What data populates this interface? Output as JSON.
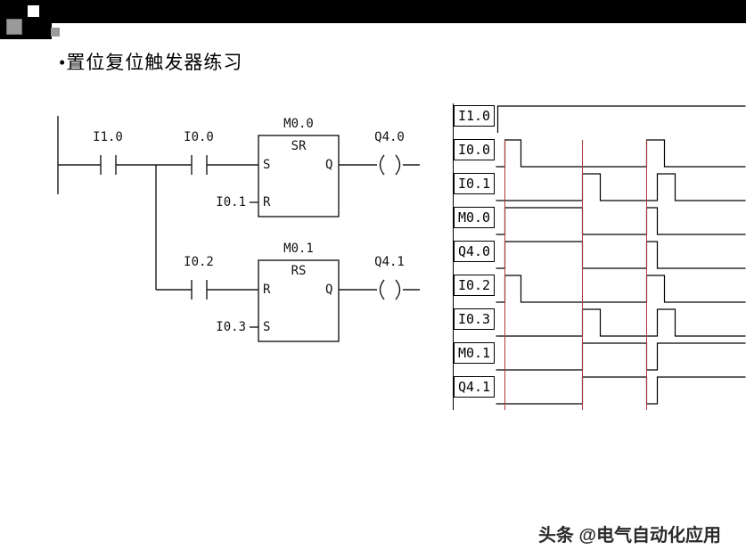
{
  "slide": {
    "title": "•置位复位触发器练习",
    "watermark": "头条 @电气自动化应用"
  },
  "ladder": {
    "rung1": {
      "contact1": "I1.0",
      "contact2": "I0.0",
      "block_name": "M0.0",
      "block_type": "SR",
      "input_top": "S",
      "input_bottom": "R",
      "output": "Q",
      "reset_signal": "I0.1",
      "coil": "Q4.0"
    },
    "rung2": {
      "contact1": "I0.2",
      "block_name": "M0.1",
      "block_type": "RS",
      "input_top": "R",
      "input_bottom": "S",
      "output": "Q",
      "set_signal": "I0.3",
      "coil": "Q4.1"
    }
  },
  "timing": {
    "x_max": 280,
    "marker_color": "#b03a3a",
    "markers_x": [
      10,
      97,
      169
    ],
    "rows": [
      {
        "label": "I1.0",
        "wave": [
          [
            2,
            0
          ],
          [
            2,
            1
          ],
          [
            280,
            1
          ]
        ]
      },
      {
        "label": "I0.0",
        "wave": [
          [
            0,
            0
          ],
          [
            10,
            0
          ],
          [
            10,
            1
          ],
          [
            28,
            1
          ],
          [
            28,
            0
          ],
          [
            169,
            0
          ],
          [
            169,
            1
          ],
          [
            189,
            1
          ],
          [
            189,
            0
          ],
          [
            280,
            0
          ]
        ]
      },
      {
        "label": "I0.1",
        "wave": [
          [
            0,
            0
          ],
          [
            97,
            0
          ],
          [
            97,
            1
          ],
          [
            117,
            1
          ],
          [
            117,
            0
          ],
          [
            181,
            0
          ],
          [
            181,
            1
          ],
          [
            201,
            1
          ],
          [
            201,
            0
          ],
          [
            280,
            0
          ]
        ]
      },
      {
        "label": "M0.0",
        "wave": [
          [
            0,
            0
          ],
          [
            10,
            0
          ],
          [
            10,
            1
          ],
          [
            97,
            1
          ],
          [
            97,
            0
          ],
          [
            169,
            0
          ],
          [
            169,
            1
          ],
          [
            181,
            1
          ],
          [
            181,
            0
          ],
          [
            280,
            0
          ]
        ]
      },
      {
        "label": "Q4.0",
        "wave": [
          [
            0,
            0
          ],
          [
            10,
            0
          ],
          [
            10,
            1
          ],
          [
            97,
            1
          ],
          [
            97,
            0
          ],
          [
            169,
            0
          ],
          [
            169,
            1
          ],
          [
            181,
            1
          ],
          [
            181,
            0
          ],
          [
            280,
            0
          ]
        ]
      },
      {
        "label": "I0.2",
        "wave": [
          [
            0,
            0
          ],
          [
            10,
            0
          ],
          [
            10,
            1
          ],
          [
            28,
            1
          ],
          [
            28,
            0
          ],
          [
            169,
            0
          ],
          [
            169,
            1
          ],
          [
            189,
            1
          ],
          [
            189,
            0
          ],
          [
            280,
            0
          ]
        ]
      },
      {
        "label": "I0.3",
        "wave": [
          [
            0,
            0
          ],
          [
            97,
            0
          ],
          [
            97,
            1
          ],
          [
            117,
            1
          ],
          [
            117,
            0
          ],
          [
            181,
            0
          ],
          [
            181,
            1
          ],
          [
            201,
            1
          ],
          [
            201,
            0
          ],
          [
            280,
            0
          ]
        ]
      },
      {
        "label": "M0.1",
        "wave": [
          [
            0,
            0
          ],
          [
            97,
            0
          ],
          [
            97,
            1
          ],
          [
            169,
            1
          ],
          [
            169,
            0
          ],
          [
            181,
            0
          ],
          [
            181,
            1
          ],
          [
            280,
            1
          ]
        ]
      },
      {
        "label": "Q4.1",
        "wave": [
          [
            0,
            0
          ],
          [
            97,
            0
          ],
          [
            97,
            1
          ],
          [
            169,
            1
          ],
          [
            169,
            0
          ],
          [
            181,
            0
          ],
          [
            181,
            1
          ],
          [
            280,
            1
          ]
        ]
      }
    ]
  }
}
